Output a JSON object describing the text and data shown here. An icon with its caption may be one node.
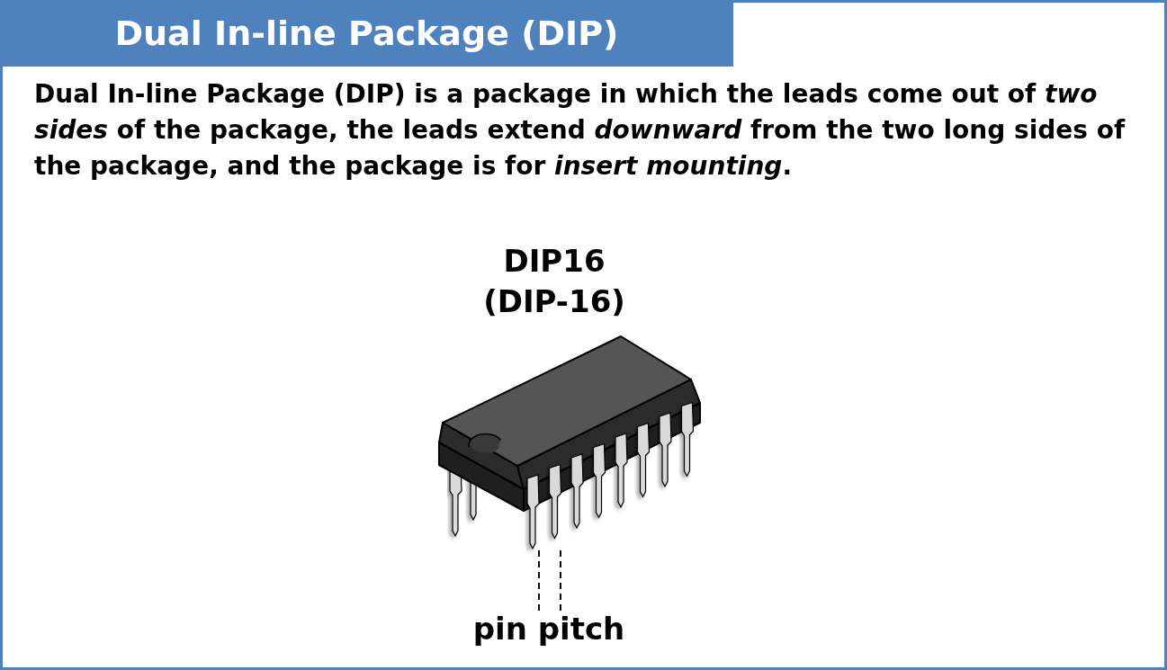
{
  "diagram": {
    "title": "Dual In-line Package (DIP)",
    "labels": [
      "Dual In-line Package (DIP) is a package in which the leads come out of *two sides* of the package, the leads extend *downward* from the two long sides of the package, and the package is for *insert mounting*.",
      "DIP16",
      "(DIP-16)",
      "pin pitch"
    ]
  }
}
